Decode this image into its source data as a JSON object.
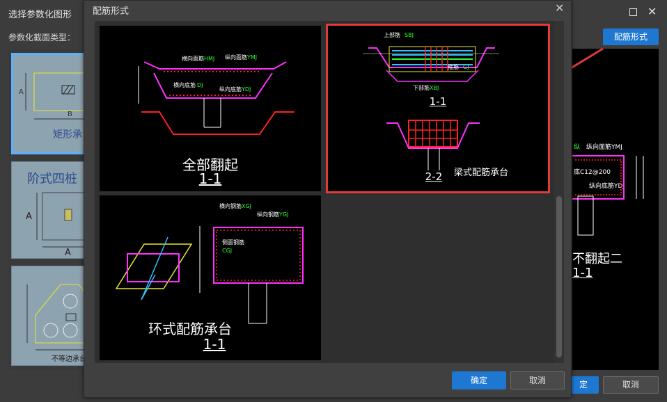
{
  "background_window": {
    "title": "选择参数化图形",
    "section_label": "参数化截面类型：",
    "thumbnails": [
      {
        "label": "矩形承台",
        "dim_a": "A",
        "dim_b": "B"
      },
      {
        "label": "阶式四桩",
        "dim_a": "A",
        "dim_b": "A"
      },
      {
        "label": "不等边承台"
      }
    ],
    "rebar_button": "配筋形式",
    "ok_label": "定",
    "cancel_label": "取消",
    "preview": {
      "label1": "纵向面筋YMJ",
      "label2": "底C12@200",
      "label3": "纵向底筋YDJ",
      "caption": "不翻起二",
      "section": "1-1"
    }
  },
  "dialog": {
    "title": "配筋形式",
    "ok_label": "确定",
    "cancel_label": "取消",
    "options": [
      {
        "caption": "全部翻起",
        "section": "1-1",
        "labels": {
          "top_h": "横向面筋",
          "top_h_code": "HMJ",
          "top_v": "纵向面筋",
          "top_v_code": "YMJ",
          "bot_h": "横向底筋",
          "bot_h_code": "DJ",
          "bot_v": "纵向底筋",
          "bot_v_code": "YDJ"
        }
      },
      {
        "caption": "梁式配筋承台",
        "section_a": "1-1",
        "section_b": "2-2",
        "labels": {
          "top": "上部筋",
          "top_code": "SBJ",
          "mid": "箍筋",
          "mid_code": "GJ",
          "bot": "下部筋",
          "bot_code": "XBJ"
        }
      },
      {
        "caption": "环式配筋承台",
        "section": "1-1",
        "labels": {
          "h": "横向钢筋",
          "h_code": "XGJ",
          "v": "纵向钢筋",
          "v_code": "YGJ",
          "side": "侧面钢筋",
          "side_code": "CGJ"
        }
      }
    ]
  },
  "colors": {
    "accent": "#1e78d2",
    "highlight": "#e03a3a",
    "rebar_red": "#ff2020",
    "rebar_magenta": "#ff30ff",
    "cad_green": "#30ff30"
  }
}
